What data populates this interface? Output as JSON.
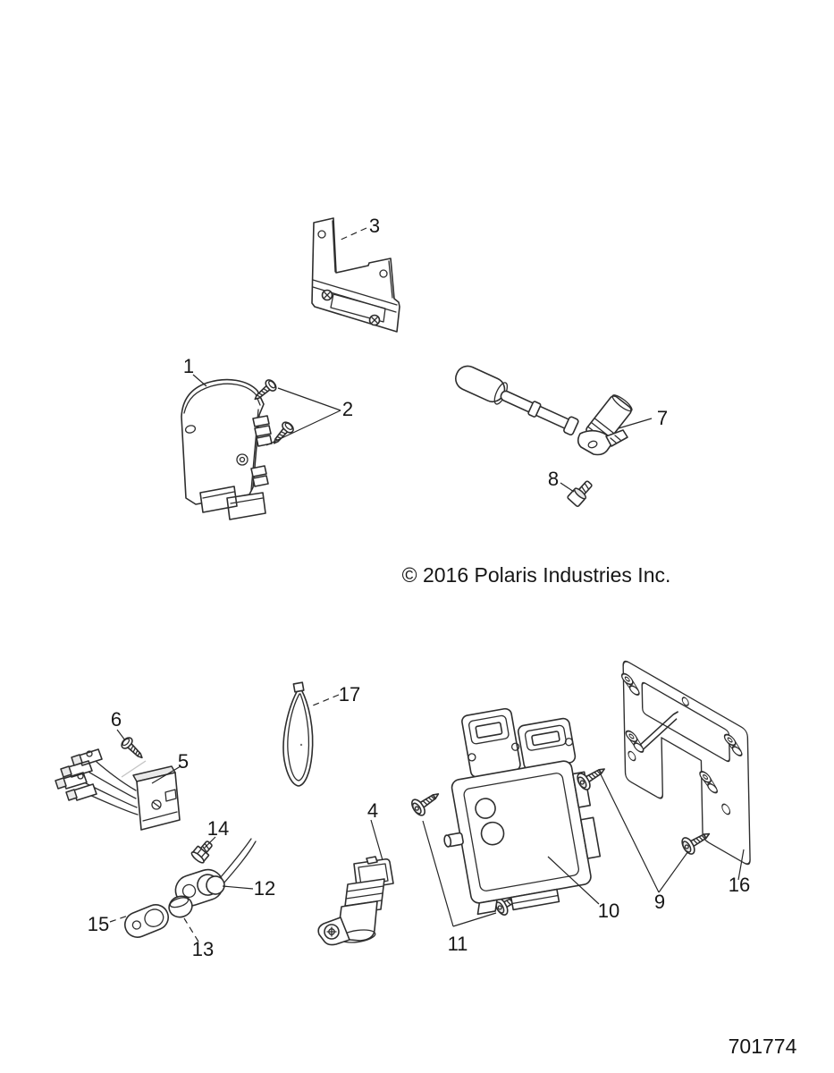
{
  "diagram": {
    "copyright": "© 2016 Polaris Industries Inc.",
    "part_number": "701774",
    "callouts": {
      "c1": "1",
      "c2": "2",
      "c3": "3",
      "c4": "4",
      "c5": "5",
      "c6": "6",
      "c7": "7",
      "c8": "8",
      "c9": "9",
      "c10": "10",
      "c11": "11",
      "c12": "12",
      "c13": "13",
      "c14": "14",
      "c15": "15",
      "c16": "16",
      "c17": "17"
    }
  }
}
